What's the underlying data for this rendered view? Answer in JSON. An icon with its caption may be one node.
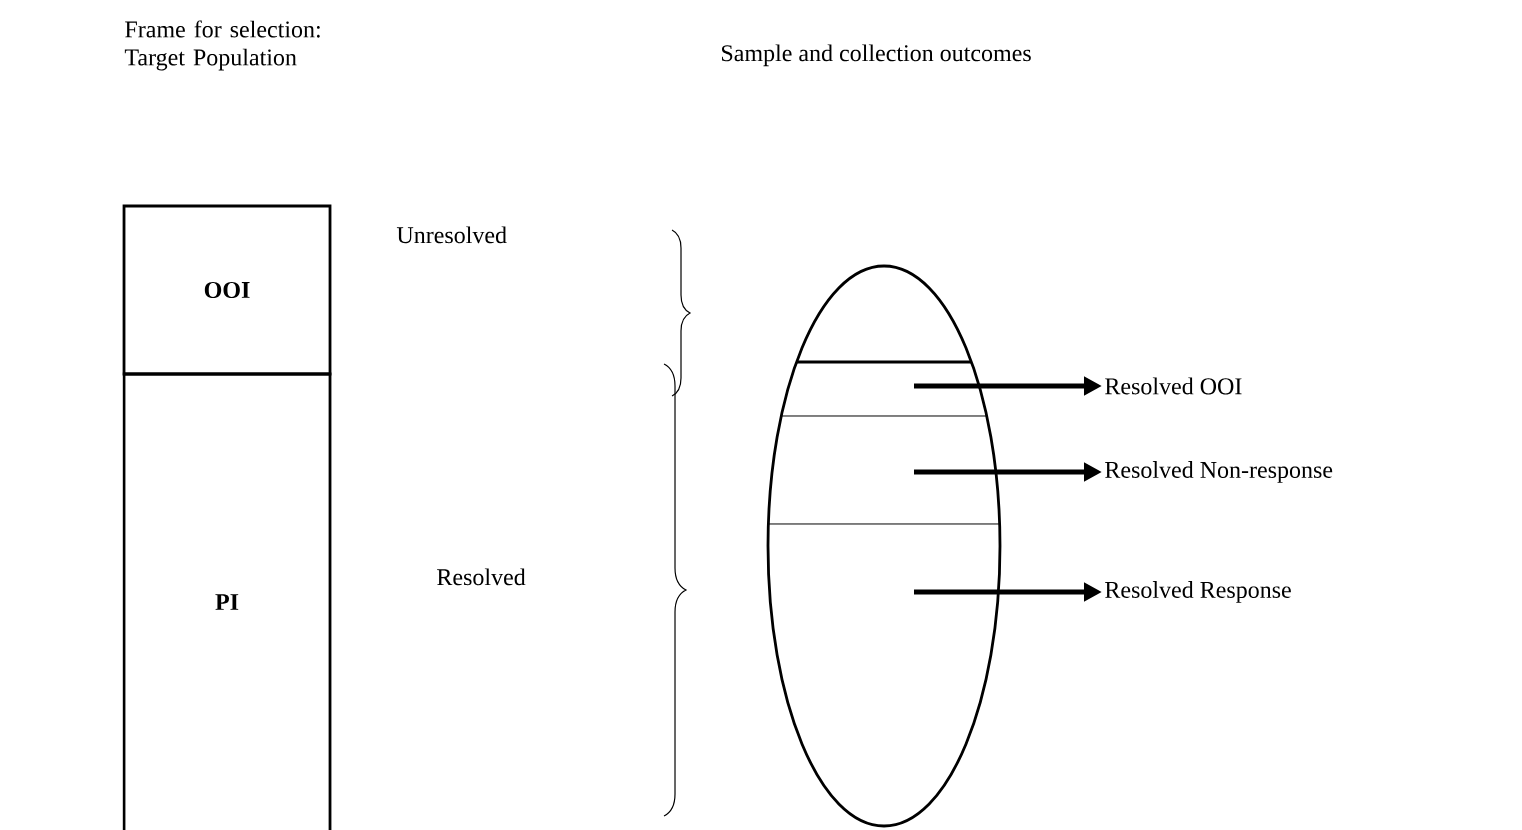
{
  "diagram": {
    "nodes": [
      {
        "text": [
          "OOI"
        ]
      },
      {
        "text": [
          "PI"
        ]
      },
      {
        "text": [],
        "shape": "ellipse"
      },
      {
        "text": [
          "Resolved OOI"
        ]
      },
      {
        "text": [
          "Resolved Non-response"
        ]
      },
      {
        "text": [
          "Resolved Response"
        ]
      }
    ],
    "edges": [
      {
        "from": 2,
        "to": 3,
        "arrow": "to"
      },
      {
        "from": 2,
        "to": 4,
        "arrow": "to"
      },
      {
        "from": 2,
        "to": 5,
        "arrow": "to"
      }
    ],
    "labels": [
      "Frame for selection: Target Population",
      "Sample and collection outcomes",
      "Unresolved",
      "Resolved"
    ]
  }
}
